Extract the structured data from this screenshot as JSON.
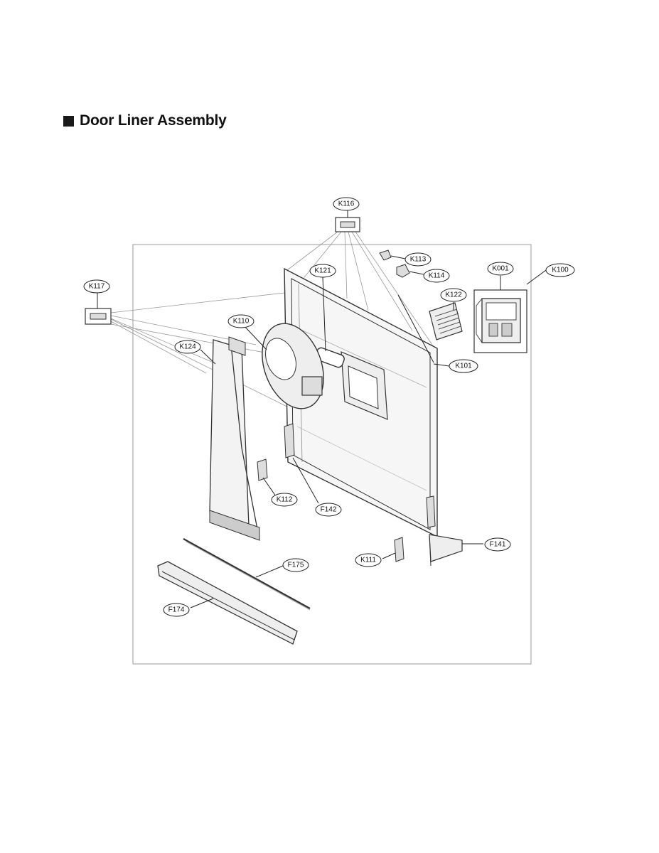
{
  "title": "Door Liner Assembly",
  "labels": {
    "K116": "K116",
    "K117": "K117",
    "K113": "K113",
    "K114": "K114",
    "K121": "K121",
    "K122": "K122",
    "K001": "K001",
    "K100": "K100",
    "K110": "K110",
    "K124": "K124",
    "K101": "K101",
    "K112": "K112",
    "F142": "F142",
    "K111": "K111",
    "F141": "F141",
    "F175": "F175",
    "F174": "F174"
  },
  "colors": {
    "line": "#222222",
    "frame": "#aaaaaa",
    "part": "#555555"
  }
}
